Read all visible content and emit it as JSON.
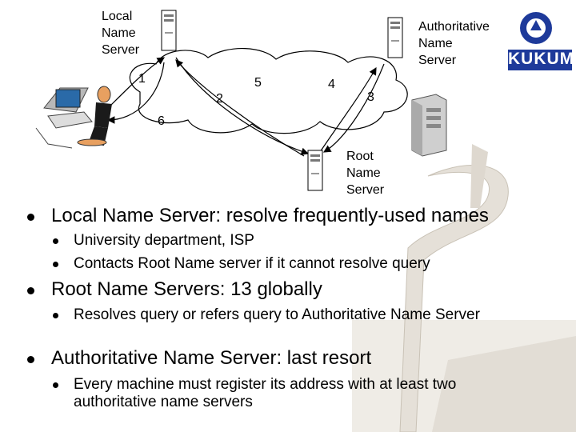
{
  "diagram": {
    "nodes": {
      "local": [
        "Local",
        "Name",
        "Server"
      ],
      "authoritative": [
        "Authoritative",
        "Name",
        "Server"
      ],
      "root": [
        "Root",
        "Name",
        "Server"
      ]
    },
    "steps": [
      "1",
      "2",
      "3",
      "4",
      "5",
      "6"
    ],
    "logo_text": "KUKUM",
    "colors": {
      "cloud": "#ffffff",
      "stroke": "#000000",
      "logo_blue": "#1e3a9a",
      "tower": "#d8d2c8"
    }
  },
  "bullets": [
    {
      "text": "Local Name Server: resolve frequently-used names",
      "sub": [
        "University department, ISP",
        "Contacts Root Name server if it cannot resolve query"
      ]
    },
    {
      "text": "Root Name Servers: 13 globally",
      "sub": [
        "Resolves query or refers query to Authoritative Name Server"
      ]
    },
    {
      "text": "Authoritative Name Server: last resort",
      "sub": [
        "Every machine must register its address with at least two authoritative name servers"
      ]
    }
  ]
}
